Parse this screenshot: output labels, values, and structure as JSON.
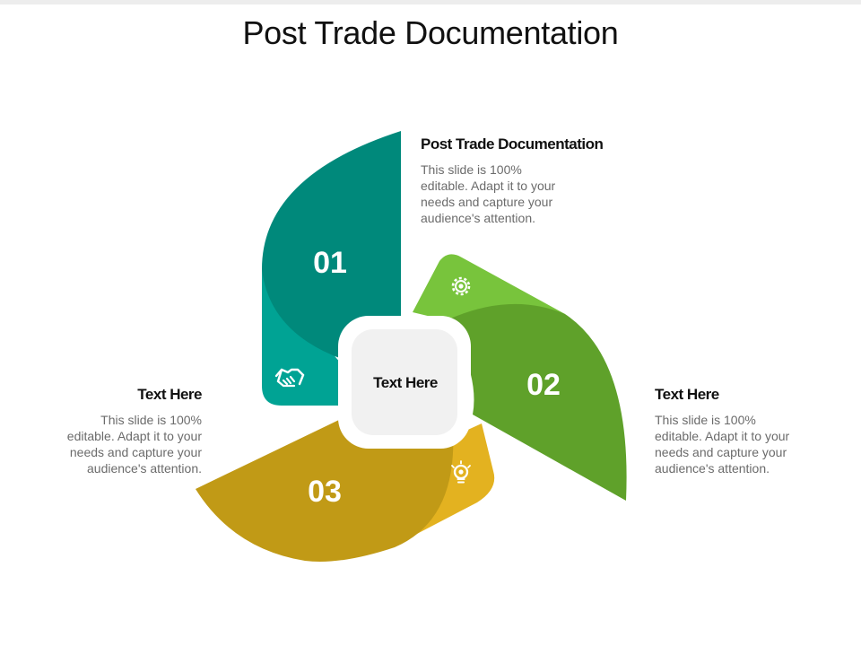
{
  "title": "Post Trade Documentation",
  "center_label": "Text Here",
  "segments": [
    {
      "number": "01",
      "heading": "Post Trade Documentation",
      "body": "This slide is 100% editable. Adapt it to your needs and capture your audience's attention.",
      "color": "#00897b",
      "accent_color": "#00a394",
      "icon": "handshake-icon"
    },
    {
      "number": "02",
      "heading": "Text Here",
      "body": "This slide is 100% editable. Adapt it to your needs and capture your audience's attention.",
      "color": "#5fa12a",
      "accent_color": "#78c43c",
      "icon": "gear-icon"
    },
    {
      "number": "03",
      "heading": "Text Here",
      "body": "This slide is 100% editable. Adapt it to your needs and capture your audience's attention.",
      "color": "#c19a16",
      "accent_color": "#e3b220",
      "icon": "lightbulb-icon"
    }
  ]
}
